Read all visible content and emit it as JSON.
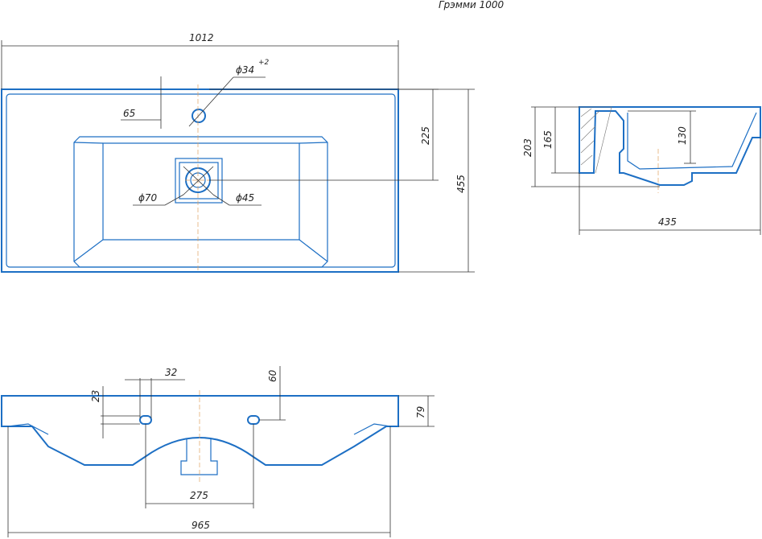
{
  "title": "Грэмми 1000",
  "top_view": {
    "width": "1012",
    "tap_hole_diameter": "ϕ34",
    "tap_hole_tolerance": "+2",
    "tap_hole_offset": "65",
    "drain_offset": "225",
    "depth": "455",
    "drain_outer": "ϕ70",
    "drain_inner": "ϕ45"
  },
  "side_view": {
    "total_height": "203",
    "body_height": "165",
    "bowl_depth": "130",
    "depth": "435"
  },
  "front_view": {
    "hole_width": "32",
    "hole_height_right": "60",
    "hole_height_left": "23",
    "rim_height": "79",
    "hole_spacing": "275",
    "bottom_width": "965"
  }
}
